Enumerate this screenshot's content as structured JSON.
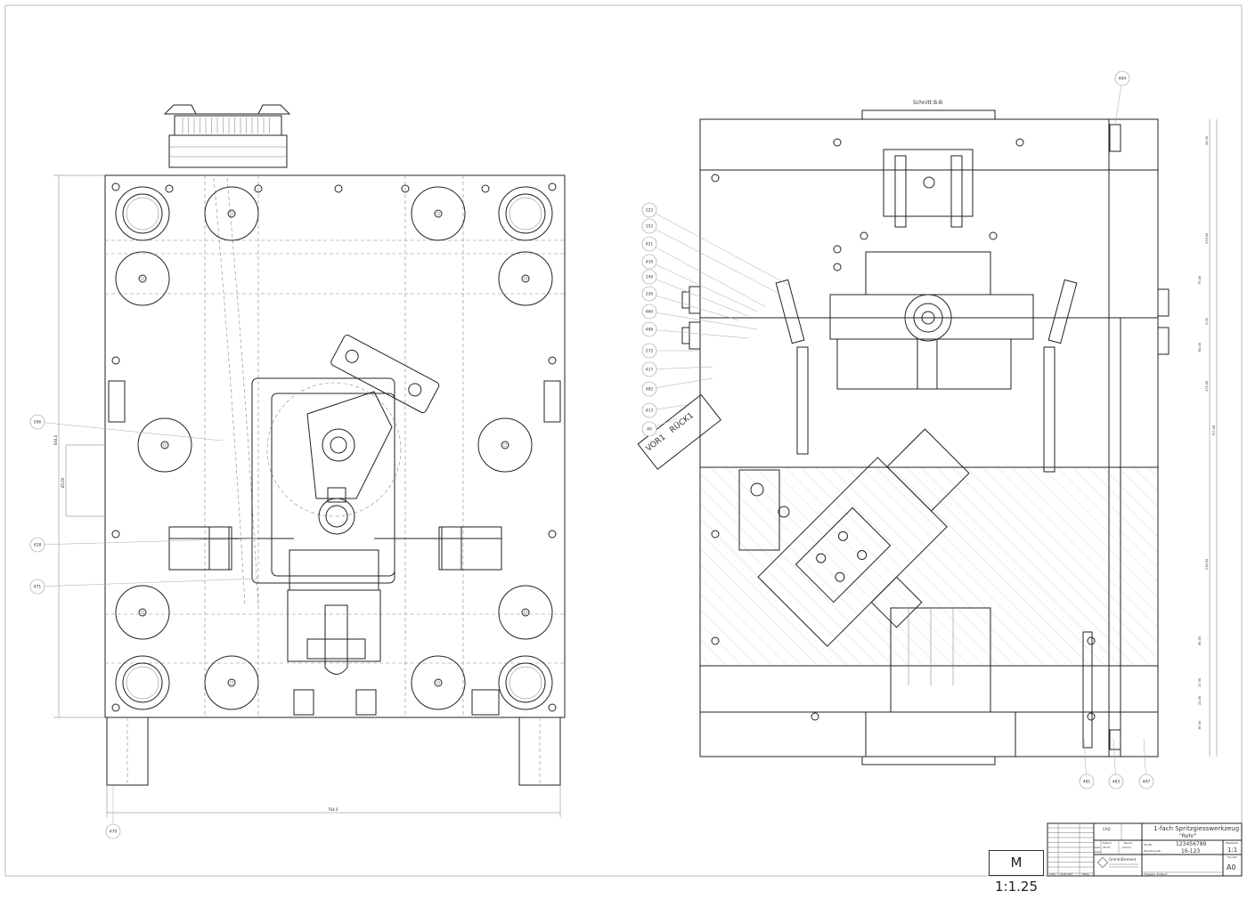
{
  "drawing": {
    "section_label": "Schnitt B-B",
    "scale_label": "M 1:1.25",
    "slider_labels": [
      "VOR1",
      "RÜCK1"
    ],
    "left_dimensions": {
      "height": "844.0",
      "inner": "85.00",
      "width": "764.0"
    },
    "right_dimensions": [
      "56.00",
      "176.00",
      "79.00",
      "5.00",
      "80.00",
      "176.00",
      "757.00",
      "236.00",
      "90.00",
      "17.00",
      "22.00",
      "36.00"
    ],
    "balloons_left": [
      "506",
      "428",
      "471",
      "470"
    ],
    "balloons_right_side": [
      "222",
      "152",
      "421",
      "416",
      "149",
      "226",
      "460",
      "499",
      "272",
      "417",
      "482",
      "413",
      "40"
    ],
    "balloons_right_top": [
      "484"
    ],
    "balloons_right_bottom": [
      "481",
      "483",
      "407"
    ]
  },
  "title_block": {
    "title": "1-fach Spritzgiesswerkzeug",
    "subtitle": "\"Rohr\"",
    "cad": "CAD",
    "part_no_label": "Teil-Nr.",
    "part_no": "123456789",
    "tool_no_label": "Werkzeug-Nr.",
    "tool_no": "16-123",
    "scale_label": "Massstab",
    "scale": "1:1",
    "format_label": "Format",
    "format": "A0",
    "date_label": "Datum",
    "name_label": "Name",
    "drawn_label": "Gez.",
    "checked_label": "Gepr.",
    "date": "26.07.",
    "name": "Grimm",
    "company": "GrimmElement",
    "release": "Freigabe: Entwurf",
    "rev_headers": [
      "Index",
      "Änder.-Text",
      "Name"
    ]
  }
}
